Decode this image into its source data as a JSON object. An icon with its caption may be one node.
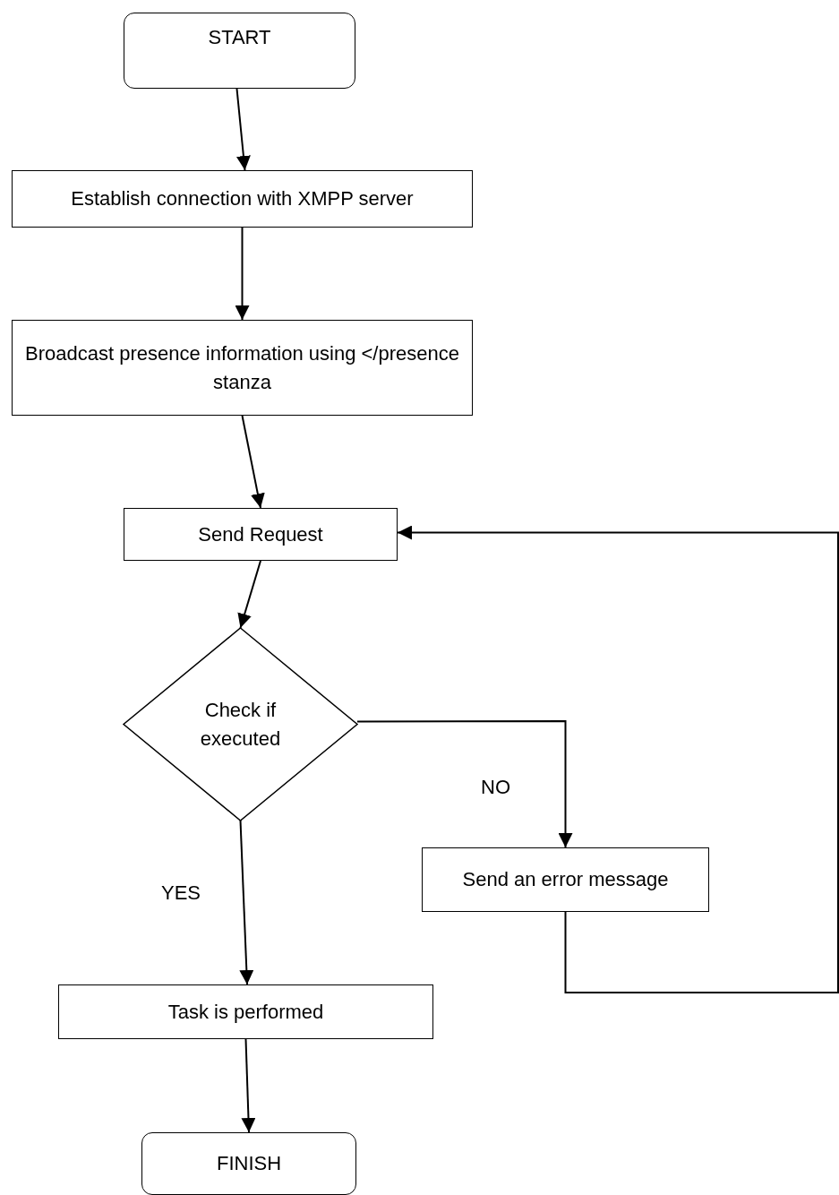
{
  "diagram": {
    "nodes": [
      {
        "text": [
          "START"
        ]
      },
      {
        "text": [
          "Establish connection with XMPP server"
        ]
      },
      {
        "text": [
          "Broadcast presence information using </presence stanza"
        ]
      },
      {
        "text": [
          "Send Request"
        ]
      },
      {
        "text": [
          "Check if executed"
        ]
      },
      {
        "text": [
          "Send an error message"
        ]
      },
      {
        "text": [
          "Task is performed"
        ]
      },
      {
        "text": [
          "FINISH"
        ]
      }
    ],
    "edges": [
      {
        "from": 0,
        "to": 1,
        "arrow": "to"
      },
      {
        "from": 1,
        "to": 2,
        "arrow": "to"
      },
      {
        "from": 2,
        "to": 3,
        "arrow": "to"
      },
      {
        "from": 3,
        "to": 4,
        "arrow": "to"
      },
      {
        "from": 4,
        "to": 5,
        "arrow": "to",
        "label": "NO"
      },
      {
        "from": 4,
        "to": 6,
        "arrow": "to",
        "label": "YES"
      },
      {
        "from": 5,
        "to": 3,
        "arrow": "to"
      },
      {
        "from": 6,
        "to": 7,
        "arrow": "to"
      }
    ]
  }
}
